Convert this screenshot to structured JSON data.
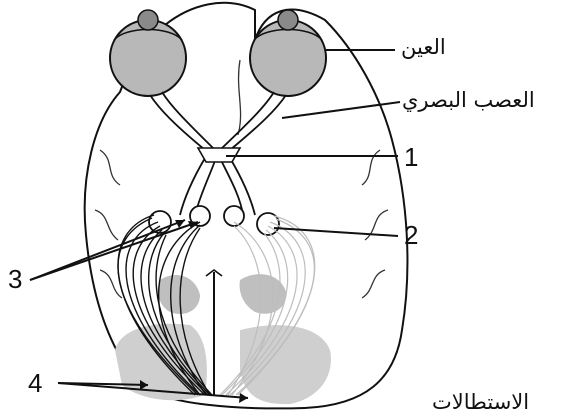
{
  "labels": {
    "eye": "العين",
    "optic_nerve": "العصب البصري",
    "n1": "1",
    "n2": "2",
    "n3": "3",
    "n4": "4",
    "projections": "الاستطالات"
  },
  "colors": {
    "line": "#111111",
    "brain_fill": "#ffffff",
    "eyeball": "#b8b8b8",
    "cerebellum": "#d4d4d4",
    "cortex_shade": "#c8c8c8"
  }
}
